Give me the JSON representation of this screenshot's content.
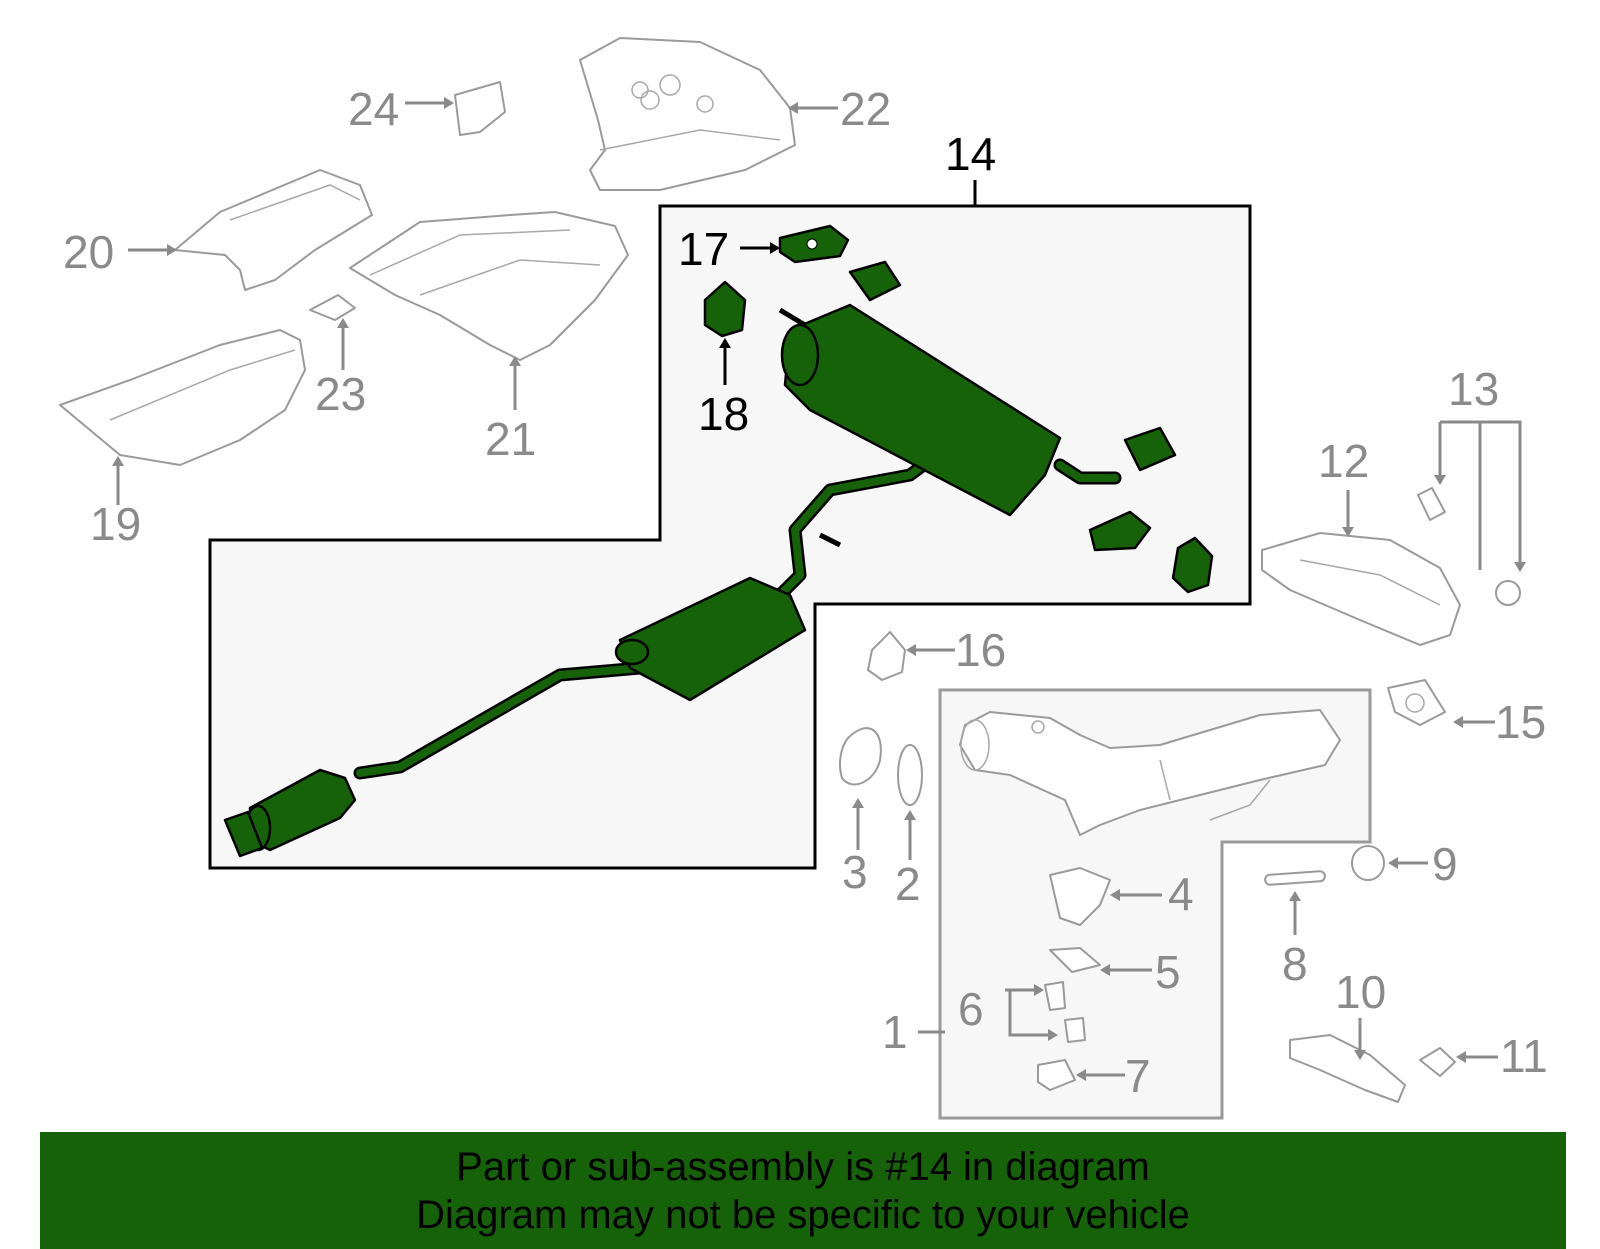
{
  "callouts": {
    "c1": "1",
    "c2": "2",
    "c3": "3",
    "c4": "4",
    "c5": "5",
    "c6": "6",
    "c7": "7",
    "c8": "8",
    "c9": "9",
    "c10": "10",
    "c11": "11",
    "c12": "12",
    "c13": "13",
    "c14": "14",
    "c15": "15",
    "c16": "16",
    "c17": "17",
    "c18": "18",
    "c19": "19",
    "c20": "20",
    "c21": "21",
    "c22": "22",
    "c23": "23",
    "c24": "24"
  },
  "banner": {
    "line1": "Part or sub-assembly is #14 in diagram",
    "line2": "Diagram may not be specific to your vehicle"
  },
  "colors": {
    "highlight": "#166208",
    "line": "#8a8a8a",
    "assembly_box": "#000000"
  }
}
